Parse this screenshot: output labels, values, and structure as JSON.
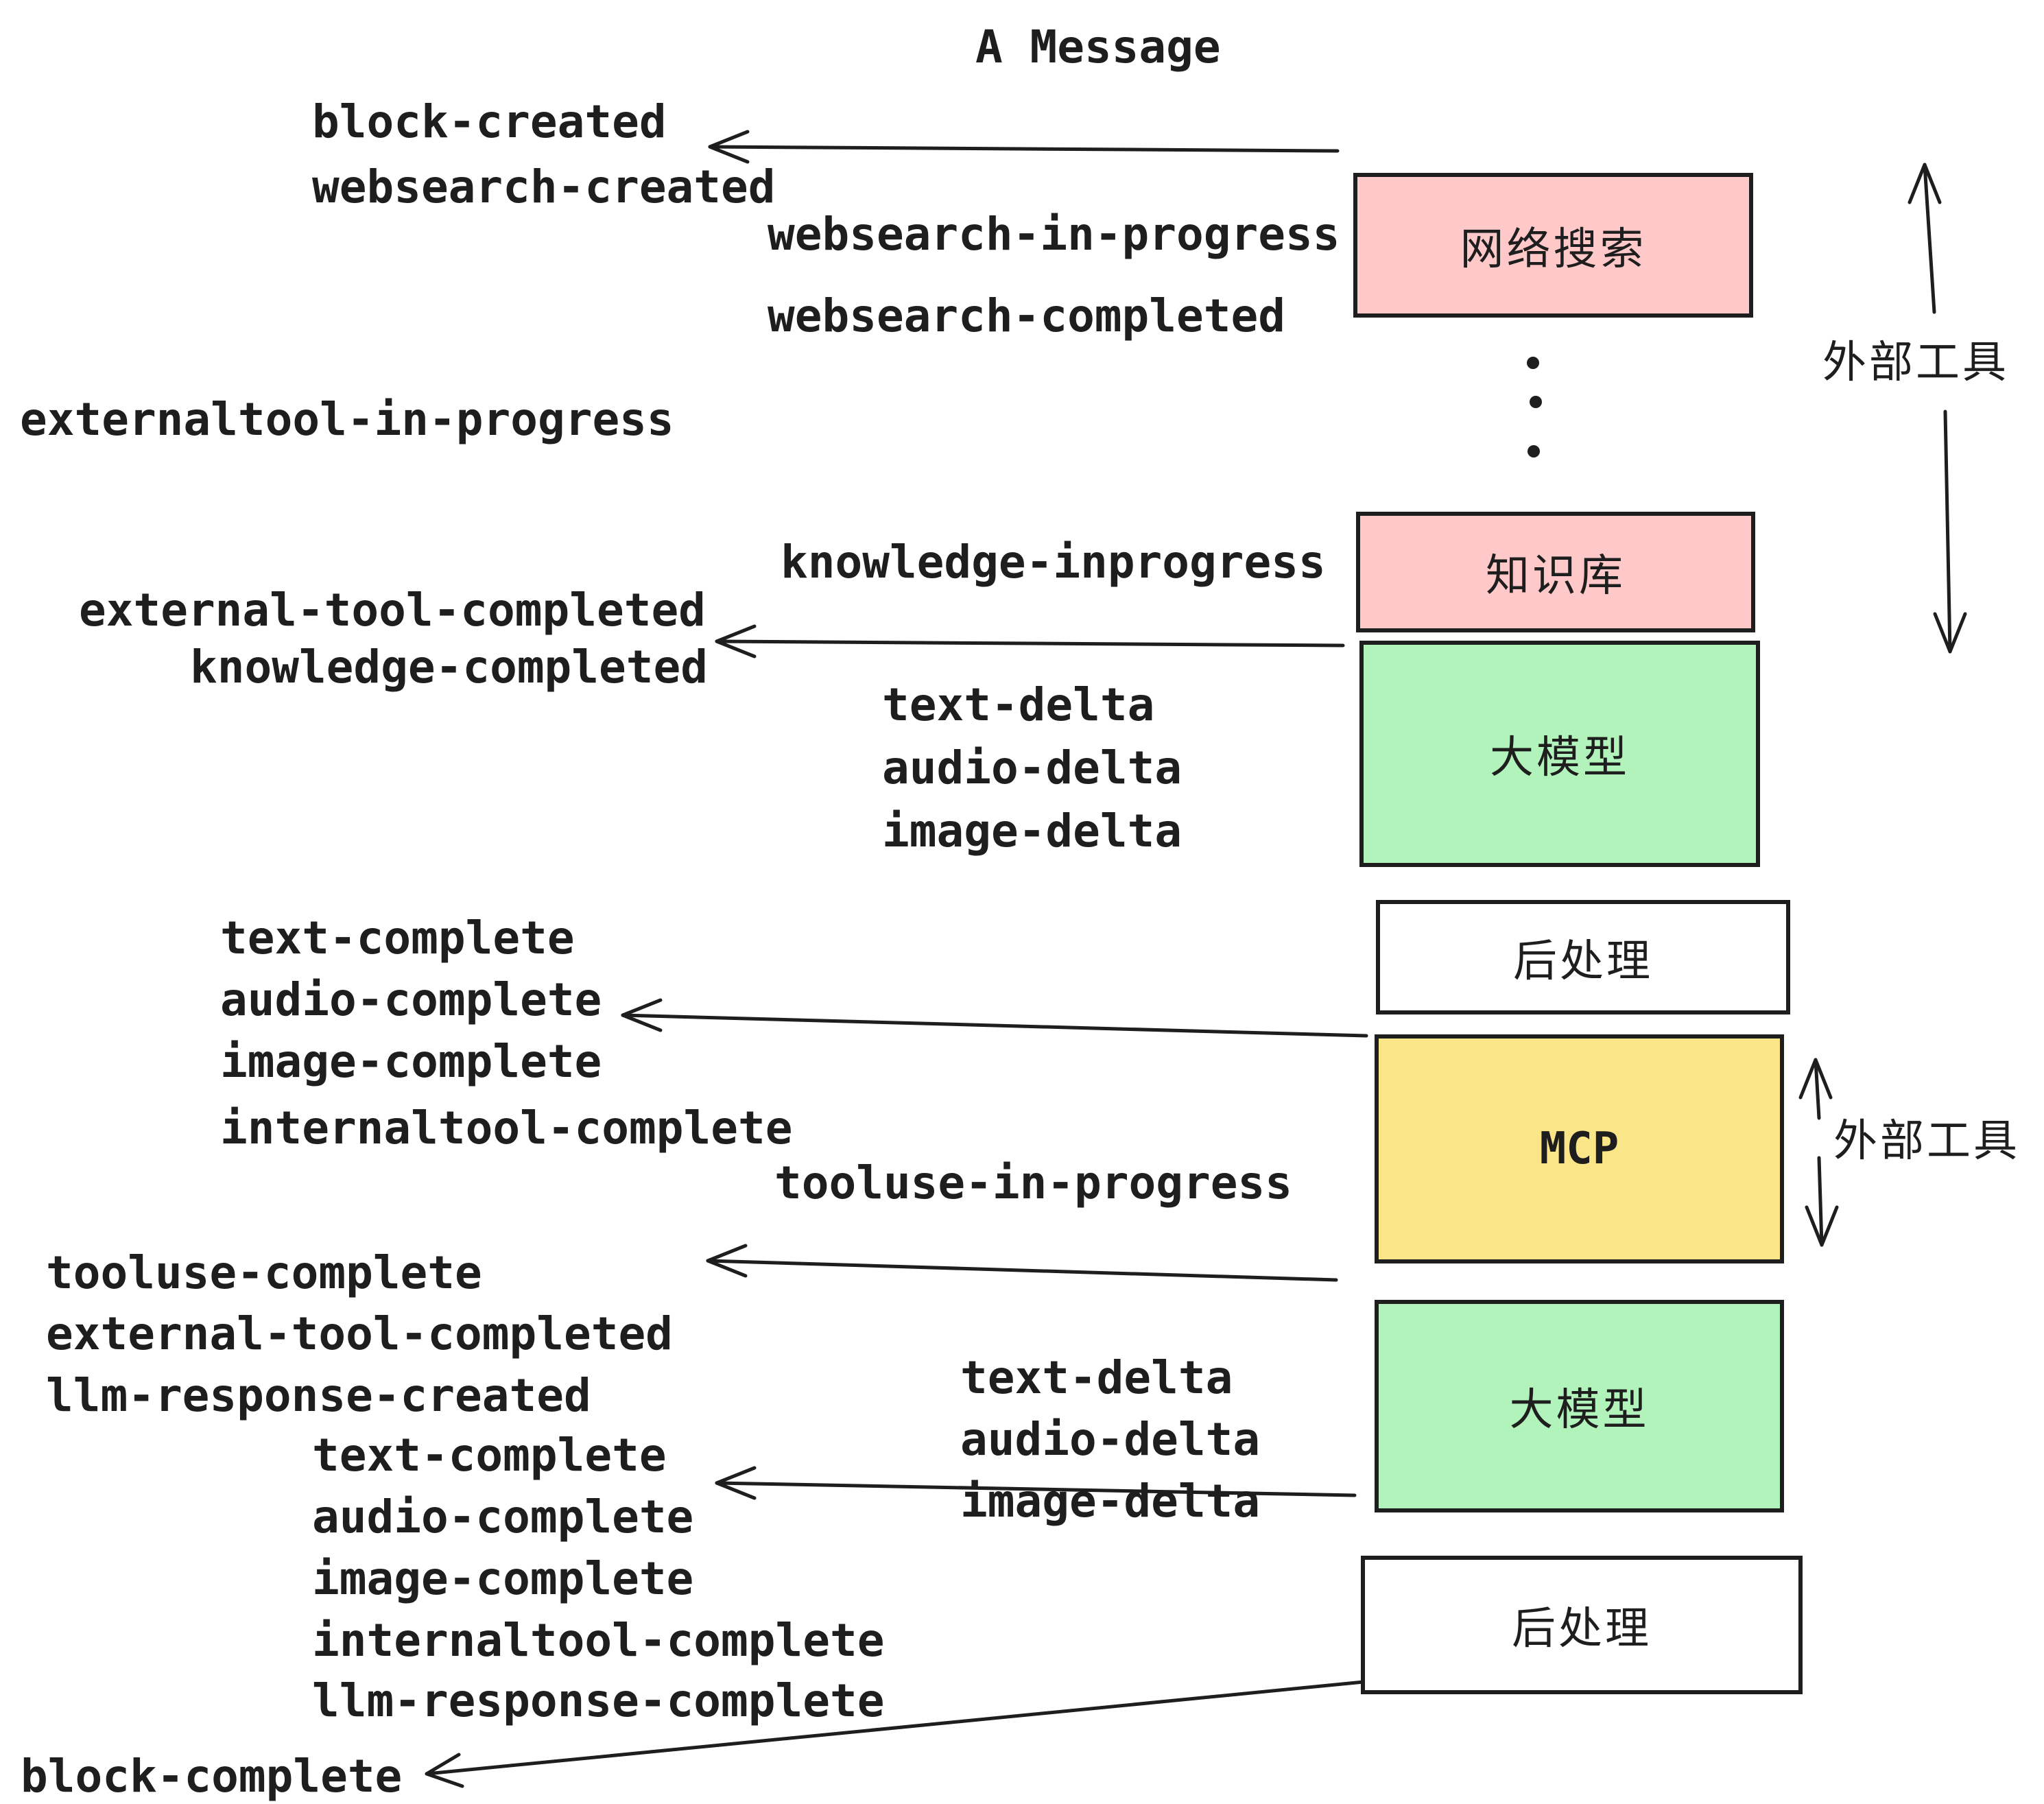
{
  "title": "A Message",
  "colors": {
    "ink": "#1e1e1e",
    "external_tool_box": "#ffc9c9",
    "llm_box": "#b2f2bb",
    "mcp_box": "#fae588",
    "postprocess_box": "#ffffff",
    "background": "#ffffff"
  },
  "events": {
    "block_created": "block-created",
    "websearch_created": "websearch-created",
    "websearch_in_progress": "websearch-in-progress",
    "websearch_completed": "websearch-completed",
    "externaltool_in_progress": "externaltool-in-progress",
    "knowledge_inprogress": "knowledge-inprogress",
    "external_tool_completed": "external-tool-completed",
    "knowledge_completed": "knowledge-completed",
    "text_delta": "text-delta",
    "audio_delta": "audio-delta",
    "image_delta": "image-delta",
    "text_complete": "text-complete",
    "audio_complete": "audio-complete",
    "image_complete": "image-complete",
    "internaltool_complete": "internaltool-complete",
    "tooluse_in_progress": "tooluse-in-progress",
    "tooluse_complete": "tooluse-complete",
    "external_tool_completed_2": "external-tool-completed",
    "llm_response_created": "llm-response-created",
    "text_delta_2": "text-delta",
    "audio_delta_2": "audio-delta",
    "image_delta_2": "image-delta",
    "text_complete_2": "text-complete",
    "audio_complete_2": "audio-complete",
    "image_complete_2": "image-complete",
    "internaltool_complete_2": "internaltool-complete",
    "llm_response_complete": "llm-response-complete",
    "block_complete": "block-complete"
  },
  "nodes": {
    "websearch": "网络搜索",
    "knowledge": "知识库",
    "llm_top": "大模型",
    "postprocess_top": "后处理",
    "mcp": "MCP",
    "llm_bottom": "大模型",
    "postprocess_bottom": "后处理"
  },
  "annotations": {
    "external_tools_top": "外部工具",
    "external_tools_bottom": "外部工具"
  }
}
